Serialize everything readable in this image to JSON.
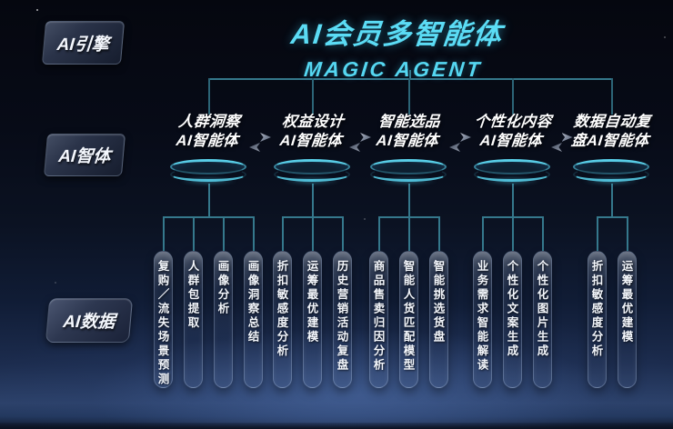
{
  "title": {
    "main": "AI会员多智能体",
    "sub": "MAGIC AGENT"
  },
  "tiers": {
    "engine": "AI引擎",
    "agent": "AI智体",
    "data": "AI数据"
  },
  "agents": [
    {
      "name_line1": "人群洞察",
      "name_line2": "AI智能体",
      "tools": [
        "复购／流失场景预测",
        "人群包提取",
        "画像分析",
        "画像洞察总结"
      ]
    },
    {
      "name_line1": "权益设计",
      "name_line2": "AI智能体",
      "tools": [
        "折扣敏感度分析",
        "运筹最优建模",
        "历史营销活动复盘"
      ]
    },
    {
      "name_line1": "智能选品",
      "name_line2": "AI智能体",
      "tools": [
        "商品售卖归因分析",
        "智能人货匹配模型",
        "智能挑选货盘"
      ]
    },
    {
      "name_line1": "个性化内容",
      "name_line2": "AI智能体",
      "tools": [
        "业务需求智能解读",
        "个性化文案生成",
        "个性化图片生成"
      ]
    },
    {
      "name_line1": "数据自动复",
      "name_line2": "盘AI智能体",
      "tools": [
        "折扣敏感度分析",
        "运筹最优建模"
      ]
    }
  ],
  "icons": {
    "exchange": "bidirectional-exchange-arrows",
    "platform": "glowing-disc-platform"
  },
  "colors": {
    "accent_cyan": "#5bdcf5",
    "line_teal": "#35788c",
    "text_white": "#f3f6fb",
    "background_navy": "#0b1222",
    "glow_blue": "#2e4678"
  }
}
